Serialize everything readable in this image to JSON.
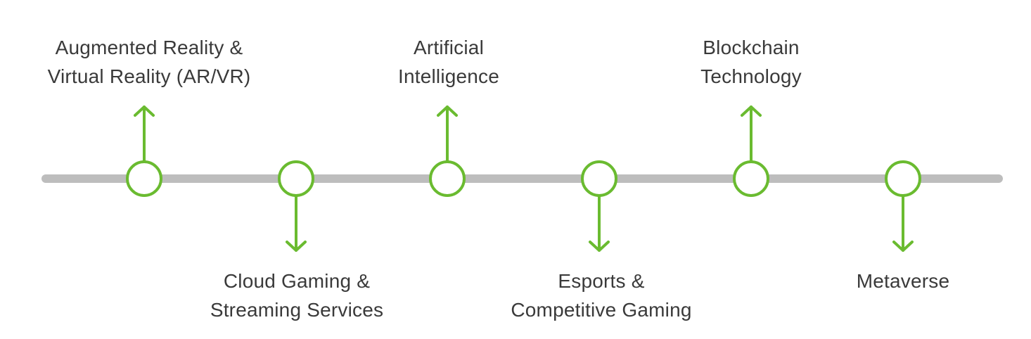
{
  "colors": {
    "accent": "#6abb30",
    "track": "#bdbdbd",
    "text": "#3a3a3a",
    "background": "#ffffff"
  },
  "milestones": [
    {
      "direction": "up",
      "lines": [
        "Augmented Reality &",
        "Virtual Reality (AR/VR)"
      ]
    },
    {
      "direction": "down",
      "lines": [
        "Cloud Gaming &",
        "Streaming Services"
      ]
    },
    {
      "direction": "up",
      "lines": [
        "Artificial",
        "Intelligence"
      ]
    },
    {
      "direction": "down",
      "lines": [
        "Esports &",
        "Competitive Gaming"
      ]
    },
    {
      "direction": "up",
      "lines": [
        "Blockchain",
        "Technology"
      ]
    },
    {
      "direction": "down",
      "lines": [
        "Metaverse"
      ]
    }
  ]
}
